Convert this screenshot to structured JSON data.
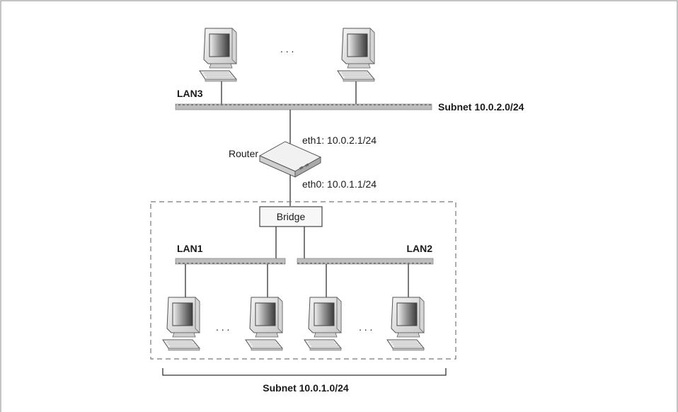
{
  "diagram": {
    "lans": {
      "lan3": "LAN3",
      "lan1": "LAN1",
      "lan2": "LAN2"
    },
    "subnets": {
      "upper": "Subnet 10.0.2.0/24",
      "lower": "Subnet 10.0.1.0/24"
    },
    "router": {
      "label": "Router",
      "eth1": "eth1: 10.0.2.1/24",
      "eth0": "eth0: 10.0.1.1/24"
    },
    "bridge": {
      "label": "Bridge"
    },
    "ellipsis": {
      "top": ". . .",
      "bottom_left": ". . .",
      "bottom_right": ". . ."
    },
    "icons": {
      "computer": "computer-icon",
      "router": "router-icon"
    }
  }
}
